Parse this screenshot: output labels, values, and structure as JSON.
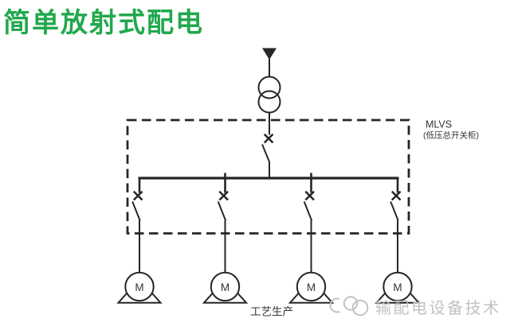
{
  "title": "简单放射式配电",
  "colors": {
    "bg": "#ffffff",
    "title_green": "#21a84d",
    "line": "#262626",
    "label": "#333333",
    "watermark": "#c2c2c2"
  },
  "diagram": {
    "mlvs_label": "MLVS",
    "mlvs_sublabel": "(低压总开关柜)",
    "process_label": "工艺生产",
    "motors": [
      {
        "label": "M"
      },
      {
        "label": "M"
      },
      {
        "label": "M"
      },
      {
        "label": "M"
      }
    ]
  },
  "watermark": {
    "text": "输配电设备技术"
  }
}
